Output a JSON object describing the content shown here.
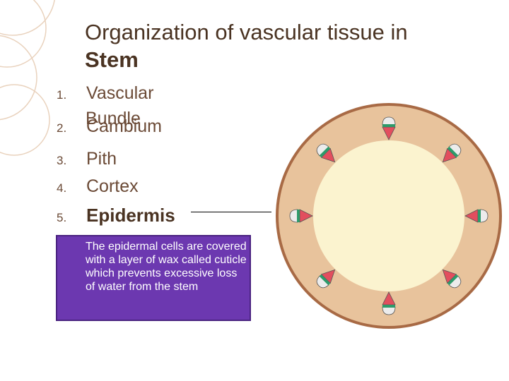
{
  "title": {
    "line1": "Organization of vascular tissue in",
    "line2": "Stem"
  },
  "list": [
    {
      "num": "1.",
      "text": "Vascular"
    },
    {
      "num": "2.",
      "text": "Cambium"
    },
    {
      "num": "3.",
      "text": "Pith"
    },
    {
      "num": "4.",
      "text": "Cortex"
    },
    {
      "num": "5.",
      "text": "Epidermis"
    }
  ],
  "list_overflow_text": "Bundle",
  "callout": {
    "text": "The epidermal cells are covered with a layer of wax called cuticle which prevents excessive loss of water from the stem"
  },
  "colors": {
    "cortex": "#e8c39c",
    "epidermis_ring": "#a86a45",
    "pith": "#fbf3cf",
    "xylem": "#e24e5e",
    "cambium": "#2e9a6a",
    "phloem": "#ececec",
    "callout_bg": "#6c38b0"
  }
}
